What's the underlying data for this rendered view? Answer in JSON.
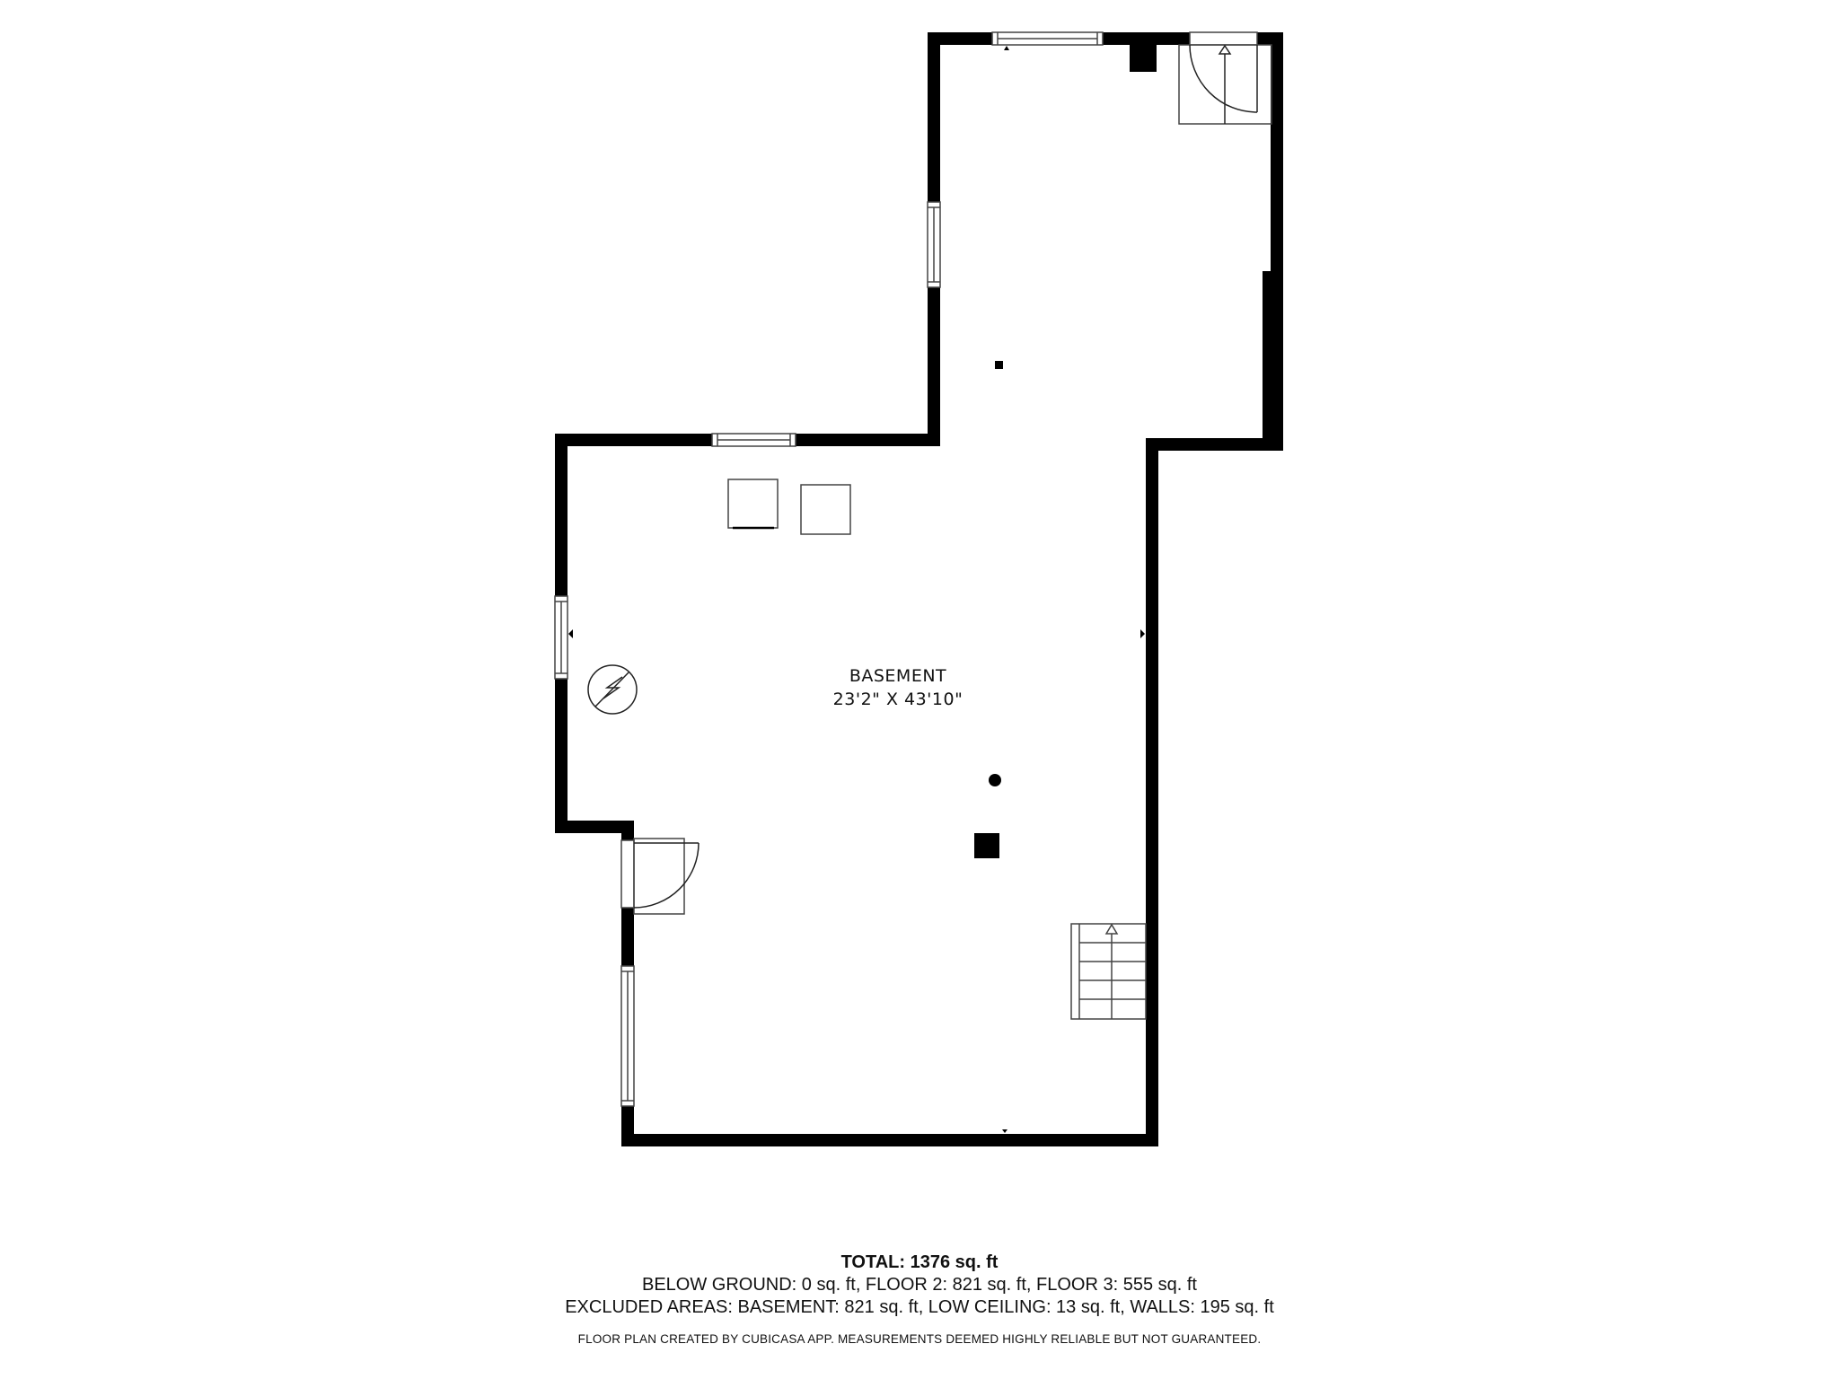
{
  "room": {
    "name": "BASEMENT",
    "dimensions": "23'2\" X 43'10\""
  },
  "summary": {
    "total": "TOTAL: 1376 sq. ft",
    "below_ground_line": "BELOW GROUND: 0 sq. ft, FLOOR 2: 821 sq. ft, FLOOR 3: 555 sq. ft",
    "excluded_line": "EXCLUDED AREAS: BASEMENT: 821 sq. ft, LOW CEILING: 13 sq. ft, WALLS: 195 sq. ft"
  },
  "disclaimer": "FLOOR PLAN CREATED BY CUBICASA APP. MEASUREMENTS DEEMED HIGHLY RELIABLE BUT NOT GUARANTEED.",
  "symbols": {
    "electrical_panel": "lightning-circle",
    "stairs": "stairs-up-arrow",
    "doors": [
      "west-door-swing",
      "north-east-door-swing"
    ],
    "appliances": [
      "washer",
      "dryer"
    ]
  },
  "colors": {
    "wall": "#000000",
    "line": "#333333",
    "background": "#ffffff"
  }
}
